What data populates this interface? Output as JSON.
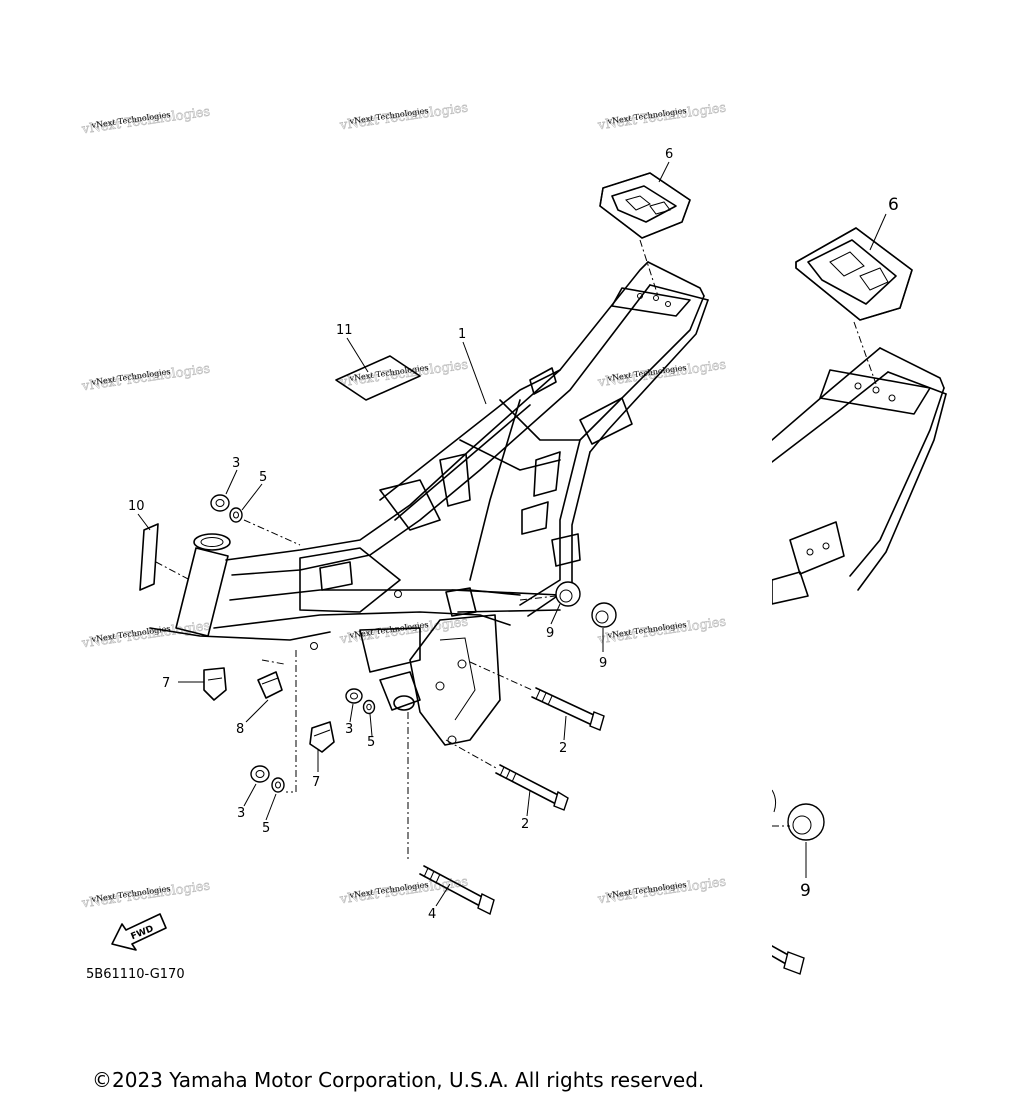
{
  "diagram": {
    "drawing_code": "5B61110-G170",
    "fwd_label": "FWD",
    "watermark_text": "vNext Technologies",
    "callouts": {
      "c1": "1",
      "c2a": "2",
      "c2b": "2",
      "c3a": "3",
      "c3b": "3",
      "c3c": "3",
      "c4": "4",
      "c5a": "5",
      "c5b": "5",
      "c5c": "5",
      "c6": "6",
      "c7a": "7",
      "c7b": "7",
      "c8": "8",
      "c9a": "9",
      "c9b": "9",
      "c10": "10",
      "c11": "11"
    },
    "zoom_callouts": {
      "c6": "6",
      "c9": "9"
    }
  },
  "footer": {
    "copyright": "©2023 Yamaha Motor Corporation, U.S.A. All rights reserved."
  }
}
